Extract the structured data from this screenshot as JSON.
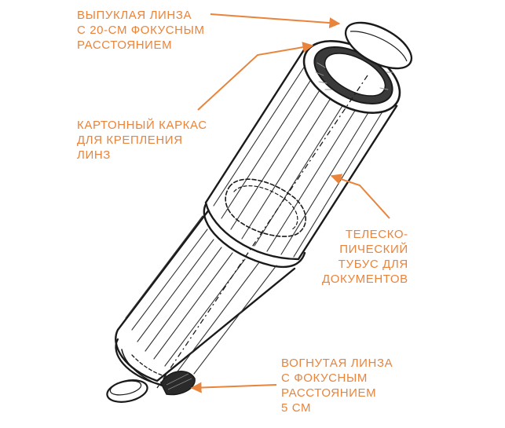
{
  "colors": {
    "label": "#E8843C",
    "ink": "#1a1a1a",
    "background": "#ffffff"
  },
  "labels": {
    "convex_lens": [
      "ВЫПУКЛАЯ ЛИНЗА",
      "С 20-СМ ФОКУСНЫМ",
      "РАССТОЯНИЕМ"
    ],
    "cardboard_frame": [
      "КАРТОННЫЙ КАРКАС",
      "ДЛЯ КРЕПЛЕНИЯ",
      "ЛИНЗ"
    ],
    "telescopic_tube": [
      "ТЕЛЕСКО-",
      "ПИЧЕСКИЙ",
      "ТУБУС ДЛЯ",
      "ДОКУМЕНТОВ"
    ],
    "concave_lens": [
      "ВОГНУТАЯ ЛИНЗА",
      "С ФОКУСНЫМ",
      "РАССТОЯНИЕМ",
      "5 СМ"
    ]
  }
}
